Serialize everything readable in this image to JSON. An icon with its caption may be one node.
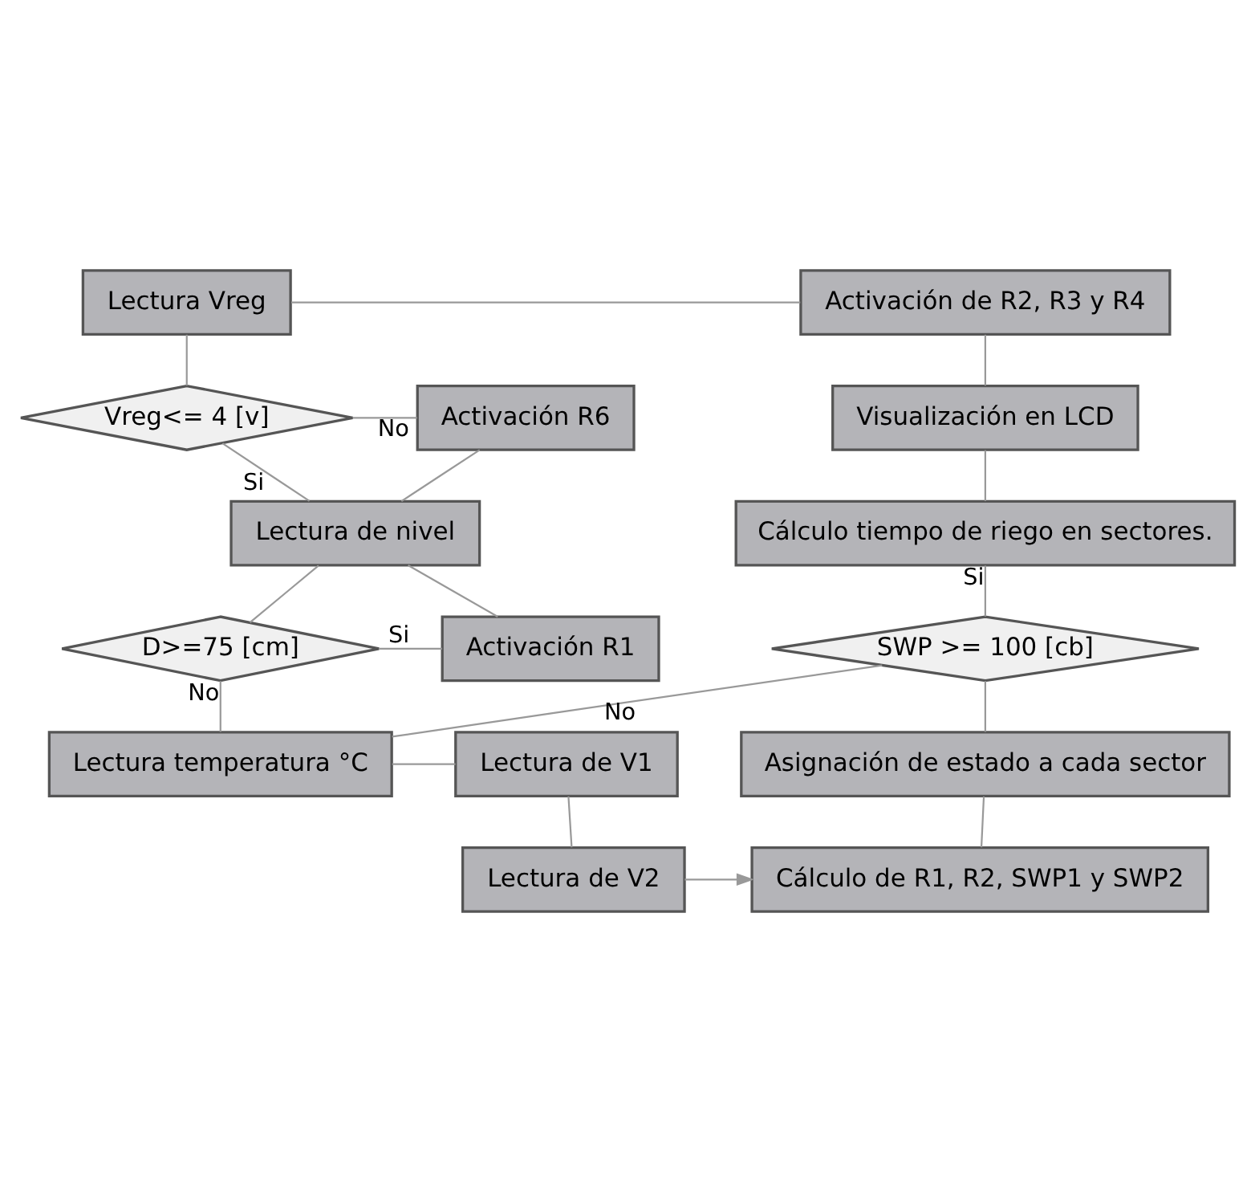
{
  "diagram": {
    "nodes": [
      {
        "text": [
          "Lectura Vreg"
        ]
      },
      {
        "text": [
          "Vreg<= 4 [v]"
        ]
      },
      {
        "text": [
          "Activación R6"
        ]
      },
      {
        "text": [
          "Lectura de nivel"
        ]
      },
      {
        "text": [
          "D>=75 [cm]"
        ]
      },
      {
        "text": [
          "Activación R1"
        ]
      },
      {
        "text": [
          "Lectura temperatura °C"
        ]
      },
      {
        "text": [
          "Lectura de V1"
        ]
      },
      {
        "text": [
          "Lectura de V2"
        ]
      },
      {
        "text": [
          "Cálculo de R1, R2, SWP1 y SWP2"
        ]
      },
      {
        "text": [
          "Activación de R2, R3 y R4"
        ]
      },
      {
        "text": [
          "Visualización en LCD"
        ]
      },
      {
        "text": [
          "Cálculo tiempo de riego en sectores."
        ]
      },
      {
        "text": [
          "SWP >= 100 [cb]"
        ]
      },
      {
        "text": [
          "Asignación de estado a cada sector"
        ]
      }
    ],
    "edges": [
      {
        "from": 0,
        "to": 1,
        "arrow": "none"
      },
      {
        "from": 1,
        "to": 2,
        "arrow": "none",
        "label": "No"
      },
      {
        "from": 2,
        "to": 3,
        "arrow": "none"
      },
      {
        "from": 1,
        "to": 3,
        "arrow": "none",
        "label": "Si"
      },
      {
        "from": 3,
        "to": 4,
        "arrow": "none"
      },
      {
        "from": 4,
        "to": 5,
        "arrow": "none",
        "label": "Si"
      },
      {
        "from": 5,
        "to": 3,
        "arrow": "none"
      },
      {
        "from": 4,
        "to": 6,
        "arrow": "none",
        "label": "No"
      },
      {
        "from": 13,
        "to": 6,
        "arrow": "none",
        "label": "No"
      },
      {
        "from": 6,
        "to": 7,
        "arrow": "none"
      },
      {
        "from": 7,
        "to": 8,
        "arrow": "none"
      },
      {
        "from": 8,
        "to": 9,
        "arrow": "to"
      },
      {
        "from": 0,
        "to": 10,
        "arrow": "none"
      },
      {
        "from": 10,
        "to": 11,
        "arrow": "none"
      },
      {
        "from": 11,
        "to": 12,
        "arrow": "none"
      },
      {
        "from": 12,
        "to": 13,
        "arrow": "none",
        "label": "Si"
      },
      {
        "from": 13,
        "to": 14,
        "arrow": "none"
      },
      {
        "from": 14,
        "to": 9,
        "arrow": "none"
      }
    ]
  }
}
